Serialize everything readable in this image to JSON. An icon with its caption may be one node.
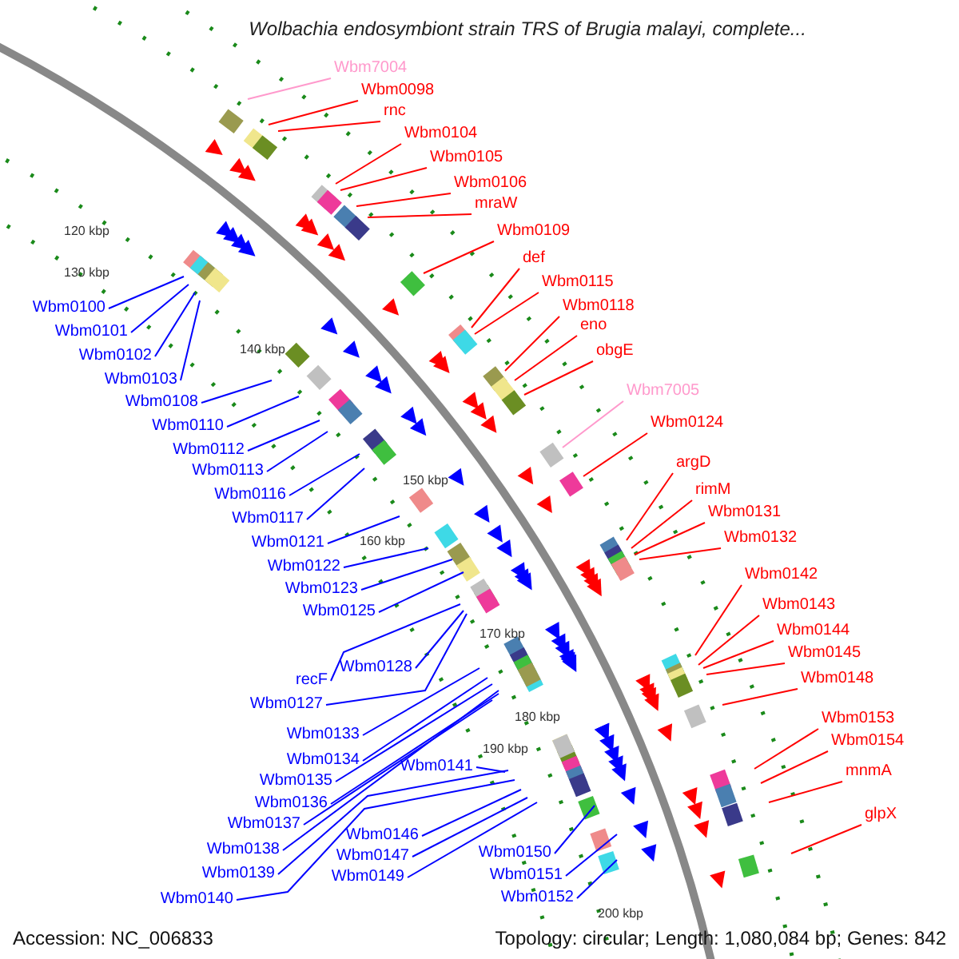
{
  "diagram": {
    "title": "Wolbachia endosymbiont strain TRS of Brugia malayi, complete...",
    "nodes": [
      {
        "text": [
          "Wbm0100"
        ]
      },
      {
        "text": [
          "Wbm0101"
        ]
      },
      {
        "text": [
          "Wbm0102"
        ]
      },
      {
        "text": [
          "Wbm0103"
        ]
      },
      {
        "text": [
          "Wbm0108"
        ]
      },
      {
        "text": [
          "Wbm0110"
        ]
      },
      {
        "text": [
          "Wbm0112"
        ]
      },
      {
        "text": [
          "Wbm0113"
        ]
      },
      {
        "text": [
          "Wbm0116"
        ]
      },
      {
        "text": [
          "Wbm0117"
        ]
      },
      {
        "text": [
          "Wbm0121"
        ]
      },
      {
        "text": [
          "Wbm0122"
        ]
      },
      {
        "text": [
          "Wbm0123"
        ]
      },
      {
        "text": [
          "Wbm0125"
        ]
      },
      {
        "text": [
          "Wbm0128"
        ]
      },
      {
        "text": [
          "recF"
        ]
      },
      {
        "text": [
          "Wbm0127"
        ]
      },
      {
        "text": [
          "Wbm0133"
        ]
      },
      {
        "text": [
          "Wbm0134"
        ]
      },
      {
        "text": [
          "Wbm0135"
        ]
      },
      {
        "text": [
          "Wbm0136"
        ]
      },
      {
        "text": [
          "Wbm0137"
        ]
      },
      {
        "text": [
          "Wbm0138"
        ]
      },
      {
        "text": [
          "Wbm0139"
        ]
      },
      {
        "text": [
          "Wbm0140"
        ]
      },
      {
        "text": [
          "Wbm0141"
        ]
      },
      {
        "text": [
          "Wbm0146"
        ]
      },
      {
        "text": [
          "Wbm0147"
        ]
      },
      {
        "text": [
          "Wbm0149"
        ]
      },
      {
        "text": [
          "Wbm0150"
        ]
      },
      {
        "text": [
          "Wbm0151"
        ]
      },
      {
        "text": [
          "Wbm0152"
        ]
      },
      {
        "text": [
          "Wbm7004"
        ]
      },
      {
        "text": [
          "Wbm0098"
        ]
      },
      {
        "text": [
          "rnc"
        ]
      },
      {
        "text": [
          "Wbm0104"
        ]
      },
      {
        "text": [
          "Wbm0105"
        ]
      },
      {
        "text": [
          "Wbm0106"
        ]
      },
      {
        "text": [
          "mraW"
        ]
      },
      {
        "text": [
          "Wbm0109"
        ]
      },
      {
        "text": [
          "def"
        ]
      },
      {
        "text": [
          "Wbm0115"
        ]
      },
      {
        "text": [
          "Wbm0118"
        ]
      },
      {
        "text": [
          "eno"
        ]
      },
      {
        "text": [
          "obgE"
        ]
      },
      {
        "text": [
          "Wbm7005"
        ]
      },
      {
        "text": [
          "Wbm0124"
        ]
      },
      {
        "text": [
          "argD"
        ]
      },
      {
        "text": [
          "rimM"
        ]
      },
      {
        "text": [
          "Wbm0131"
        ]
      },
      {
        "text": [
          "Wbm0132"
        ]
      },
      {
        "text": [
          "Wbm0142"
        ]
      },
      {
        "text": [
          "Wbm0143"
        ]
      },
      {
        "text": [
          "Wbm0144"
        ]
      },
      {
        "text": [
          "Wbm0145"
        ]
      },
      {
        "text": [
          "Wbm0148"
        ]
      },
      {
        "text": [
          "Wbm0153"
        ]
      },
      {
        "text": [
          "Wbm0154"
        ]
      },
      {
        "text": [
          "mnmA"
        ]
      },
      {
        "text": [
          "glpX"
        ]
      }
    ],
    "edges": [
      {
        "from": 0,
        "to": null,
        "arrow": "none"
      },
      {
        "from": 1,
        "to": null,
        "arrow": "none"
      },
      {
        "from": 2,
        "to": null,
        "arrow": "none"
      },
      {
        "from": 3,
        "to": null,
        "arrow": "none"
      },
      {
        "from": 4,
        "to": null,
        "arrow": "none"
      },
      {
        "from": 5,
        "to": null,
        "arrow": "none"
      },
      {
        "from": 6,
        "to": null,
        "arrow": "none"
      },
      {
        "from": 7,
        "to": null,
        "arrow": "none"
      },
      {
        "from": 8,
        "to": null,
        "arrow": "none"
      },
      {
        "from": 9,
        "to": null,
        "arrow": "none"
      },
      {
        "from": 10,
        "to": null,
        "arrow": "none"
      },
      {
        "from": 11,
        "to": null,
        "arrow": "none"
      },
      {
        "from": 12,
        "to": null,
        "arrow": "none"
      },
      {
        "from": 13,
        "to": null,
        "arrow": "none"
      },
      {
        "from": 14,
        "to": null,
        "arrow": "none"
      },
      {
        "from": 15,
        "to": null,
        "arrow": "none"
      },
      {
        "from": 16,
        "to": null,
        "arrow": "none"
      },
      {
        "from": 17,
        "to": null,
        "arrow": "none"
      },
      {
        "from": 18,
        "to": null,
        "arrow": "none"
      },
      {
        "from": 19,
        "to": null,
        "arrow": "none"
      },
      {
        "from": 20,
        "to": null,
        "arrow": "none"
      },
      {
        "from": 21,
        "to": null,
        "arrow": "none"
      },
      {
        "from": 22,
        "to": null,
        "arrow": "none"
      },
      {
        "from": 23,
        "to": null,
        "arrow": "none"
      },
      {
        "from": 24,
        "to": null,
        "arrow": "none"
      },
      {
        "from": 25,
        "to": null,
        "arrow": "none"
      },
      {
        "from": 26,
        "to": null,
        "arrow": "none"
      },
      {
        "from": 27,
        "to": null,
        "arrow": "none"
      },
      {
        "from": 28,
        "to": null,
        "arrow": "none"
      },
      {
        "from": 29,
        "to": null,
        "arrow": "none"
      },
      {
        "from": 30,
        "to": null,
        "arrow": "none"
      },
      {
        "from": 31,
        "to": null,
        "arrow": "none"
      },
      {
        "from": 32,
        "to": null,
        "arrow": "none",
        "color": "#ff99cc"
      },
      {
        "from": 33,
        "to": null,
        "arrow": "none",
        "color": "#ff0000"
      },
      {
        "from": 34,
        "to": null,
        "arrow": "none",
        "color": "#ff0000"
      },
      {
        "from": 35,
        "to": null,
        "arrow": "none",
        "color": "#ff0000"
      },
      {
        "from": 36,
        "to": null,
        "arrow": "none",
        "color": "#ff0000"
      },
      {
        "from": 37,
        "to": null,
        "arrow": "none",
        "color": "#ff0000"
      },
      {
        "from": 38,
        "to": null,
        "arrow": "none",
        "color": "#ff0000"
      },
      {
        "from": 39,
        "to": null,
        "arrow": "none",
        "color": "#ff0000"
      },
      {
        "from": 40,
        "to": null,
        "arrow": "none",
        "color": "#ff0000"
      },
      {
        "from": 41,
        "to": null,
        "arrow": "none",
        "color": "#ff0000"
      },
      {
        "from": 42,
        "to": null,
        "arrow": "none",
        "color": "#ff0000"
      },
      {
        "from": 43,
        "to": null,
        "arrow": "none",
        "color": "#ff0000"
      },
      {
        "from": 44,
        "to": null,
        "arrow": "none",
        "color": "#ff0000"
      },
      {
        "from": 45,
        "to": null,
        "arrow": "none",
        "color": "#ff99cc"
      },
      {
        "from": 46,
        "to": null,
        "arrow": "none",
        "color": "#ff0000"
      },
      {
        "from": 47,
        "to": null,
        "arrow": "none",
        "color": "#ff0000"
      },
      {
        "from": 48,
        "to": null,
        "arrow": "none",
        "color": "#ff0000"
      },
      {
        "from": 49,
        "to": null,
        "arrow": "none",
        "color": "#ff0000"
      },
      {
        "from": 50,
        "to": null,
        "arrow": "none",
        "color": "#ff0000"
      },
      {
        "from": 51,
        "to": null,
        "arrow": "none",
        "color": "#ff0000"
      },
      {
        "from": 52,
        "to": null,
        "arrow": "none",
        "color": "#ff0000"
      },
      {
        "from": 53,
        "to": null,
        "arrow": "none",
        "color": "#ff0000"
      },
      {
        "from": 54,
        "to": null,
        "arrow": "none",
        "color": "#ff0000"
      },
      {
        "from": 55,
        "to": null,
        "arrow": "none",
        "color": "#ff0000"
      },
      {
        "from": 56,
        "to": null,
        "arrow": "none",
        "color": "#ff0000"
      },
      {
        "from": 57,
        "to": null,
        "arrow": "none",
        "color": "#ff0000"
      },
      {
        "from": 58,
        "to": null,
        "arrow": "none",
        "color": "#ff0000"
      },
      {
        "from": 59,
        "to": null,
        "arrow": "none",
        "color": "#ff0000"
      }
    ],
    "labels": [
      "120 kbp",
      "130 kbp",
      "140 kbp",
      "150 kbp",
      "160 kbp",
      "170 kbp",
      "180 kbp",
      "190 kbp",
      "200 kbp",
      "Accession: NC_006833",
      "Topology: circular; Length: 1,080,084 bp; Genes: 842"
    ]
  }
}
